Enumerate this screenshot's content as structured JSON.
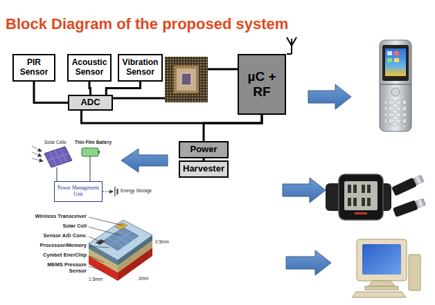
{
  "diagram": {
    "title": "Block Diagram of the proposed system",
    "nodes": [
      {
        "text": [
          "PIR Sensor"
        ]
      },
      {
        "text": [
          "Acoustic Sensor"
        ]
      },
      {
        "text": [
          "Vibration Sensor"
        ]
      },
      {
        "text": [
          "ADC"
        ]
      },
      {
        "text": [
          "µC + RF"
        ]
      },
      {
        "text": [
          "Power"
        ]
      },
      {
        "text": [
          "Harvester"
        ]
      },
      {
        "text": [
          "Power Management Unit"
        ]
      }
    ],
    "edges": [
      {
        "from": 0,
        "to": 3,
        "arrow": "none"
      },
      {
        "from": 1,
        "to": 3,
        "arrow": "none"
      },
      {
        "from": 2,
        "to": 3,
        "arrow": "none"
      },
      {
        "from": 3,
        "to": 4,
        "arrow": "none"
      },
      {
        "from": 5,
        "to": 4,
        "arrow": "none"
      },
      {
        "from": 5,
        "to": 6,
        "arrow": "none"
      }
    ],
    "labels": [
      "Solar Cells",
      "Thin Film Battery",
      "Energy Storage",
      "Wireless Transceiver",
      "Solar Cell",
      "Sensor A/D Conv.",
      "Processor/Memory",
      "Cymbet EnerChip",
      "MEMS Pressure Sensor",
      "0.5mm",
      "1.5mm",
      "2mm"
    ]
  }
}
